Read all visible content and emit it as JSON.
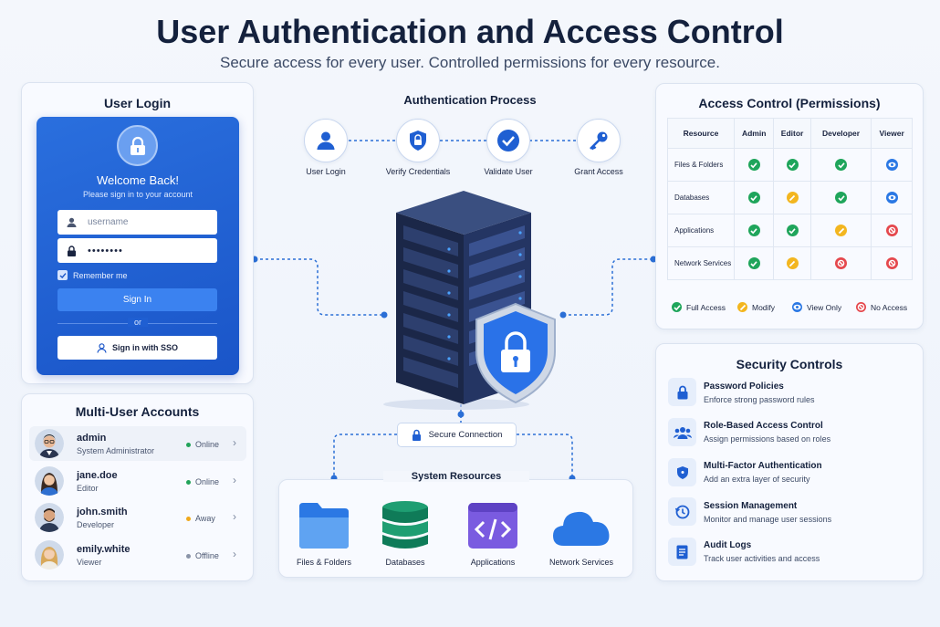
{
  "header": {
    "title": "User Authentication and Access Control",
    "subtitle": "Secure access for every user. Controlled permissions for every resource."
  },
  "login": {
    "panel_title": "User Login",
    "welcome": "Welcome Back!",
    "subtext": "Please sign in to your account",
    "username_placeholder": "username",
    "password_value": "••••••••",
    "remember": "Remember me",
    "signin": "Sign In",
    "or": "or",
    "sso": "Sign in with SSO",
    "icons": [
      "lock-icon",
      "user-icon",
      "checkbox-check-icon",
      "sso-user-icon"
    ]
  },
  "users": {
    "panel_title": "Multi-User Accounts",
    "items": [
      {
        "name": "admin",
        "role": "System Administrator",
        "status": "Online",
        "status_color": "#22a35a"
      },
      {
        "name": "jane.doe",
        "role": "Editor",
        "status": "Online",
        "status_color": "#22a35a"
      },
      {
        "name": "john.smith",
        "role": "Developer",
        "status": "Away",
        "status_color": "#f0a81c"
      },
      {
        "name": "emily.white",
        "role": "Viewer",
        "status": "Offline",
        "status_color": "#8a94a8"
      }
    ]
  },
  "process": {
    "title": "Authentication Process",
    "steps": [
      {
        "label": "User Login",
        "icon": "user-icon"
      },
      {
        "label": "Verify Credentials",
        "icon": "shield-lock-icon"
      },
      {
        "label": "Validate User",
        "icon": "check-circle-icon"
      },
      {
        "label": "Grant Access",
        "icon": "key-icon"
      }
    ],
    "secure_connection": "Secure Connection"
  },
  "resources": {
    "title": "System Resources",
    "items": [
      {
        "label": "Files & Folders",
        "icon": "folder-icon"
      },
      {
        "label": "Databases",
        "icon": "database-icon"
      },
      {
        "label": "Applications",
        "icon": "code-icon"
      },
      {
        "label": "Network Services",
        "icon": "cloud-icon"
      }
    ]
  },
  "access": {
    "title": "Access Control (Permissions)",
    "columns": [
      "Resource",
      "Admin",
      "Editor",
      "Developer",
      "Viewer"
    ],
    "rows": [
      {
        "resource": "Files & Folders",
        "perms": [
          "full",
          "full",
          "full",
          "view"
        ]
      },
      {
        "resource": "Databases",
        "perms": [
          "full",
          "modify",
          "full",
          "view"
        ]
      },
      {
        "resource": "Applications",
        "perms": [
          "full",
          "full",
          "modify",
          "none"
        ]
      },
      {
        "resource": "Network Services",
        "perms": [
          "full",
          "modify",
          "none",
          "none"
        ]
      }
    ],
    "legend": [
      {
        "key": "full",
        "label": "Full Access"
      },
      {
        "key": "modify",
        "label": "Modify"
      },
      {
        "key": "view",
        "label": "View Only"
      },
      {
        "key": "none",
        "label": "No Access"
      }
    ],
    "colors": {
      "full": "#1fa55b",
      "modify": "#f3b61f",
      "view": "#2b78e4",
      "none": "#e5484d"
    }
  },
  "security": {
    "title": "Security Controls",
    "items": [
      {
        "title": "Password Policies",
        "desc": "Enforce strong password rules",
        "icon": "lock-icon"
      },
      {
        "title": "Role-Based Access Control",
        "desc": "Assign permissions based on roles",
        "icon": "users-icon"
      },
      {
        "title": "Multi-Factor Authentication",
        "desc": "Add an extra layer of security",
        "icon": "shield-icon"
      },
      {
        "title": "Session Management",
        "desc": "Monitor and manage user sessions",
        "icon": "history-icon"
      },
      {
        "title": "Audit Logs",
        "desc": "Track user activities and access",
        "icon": "document-icon"
      }
    ]
  }
}
